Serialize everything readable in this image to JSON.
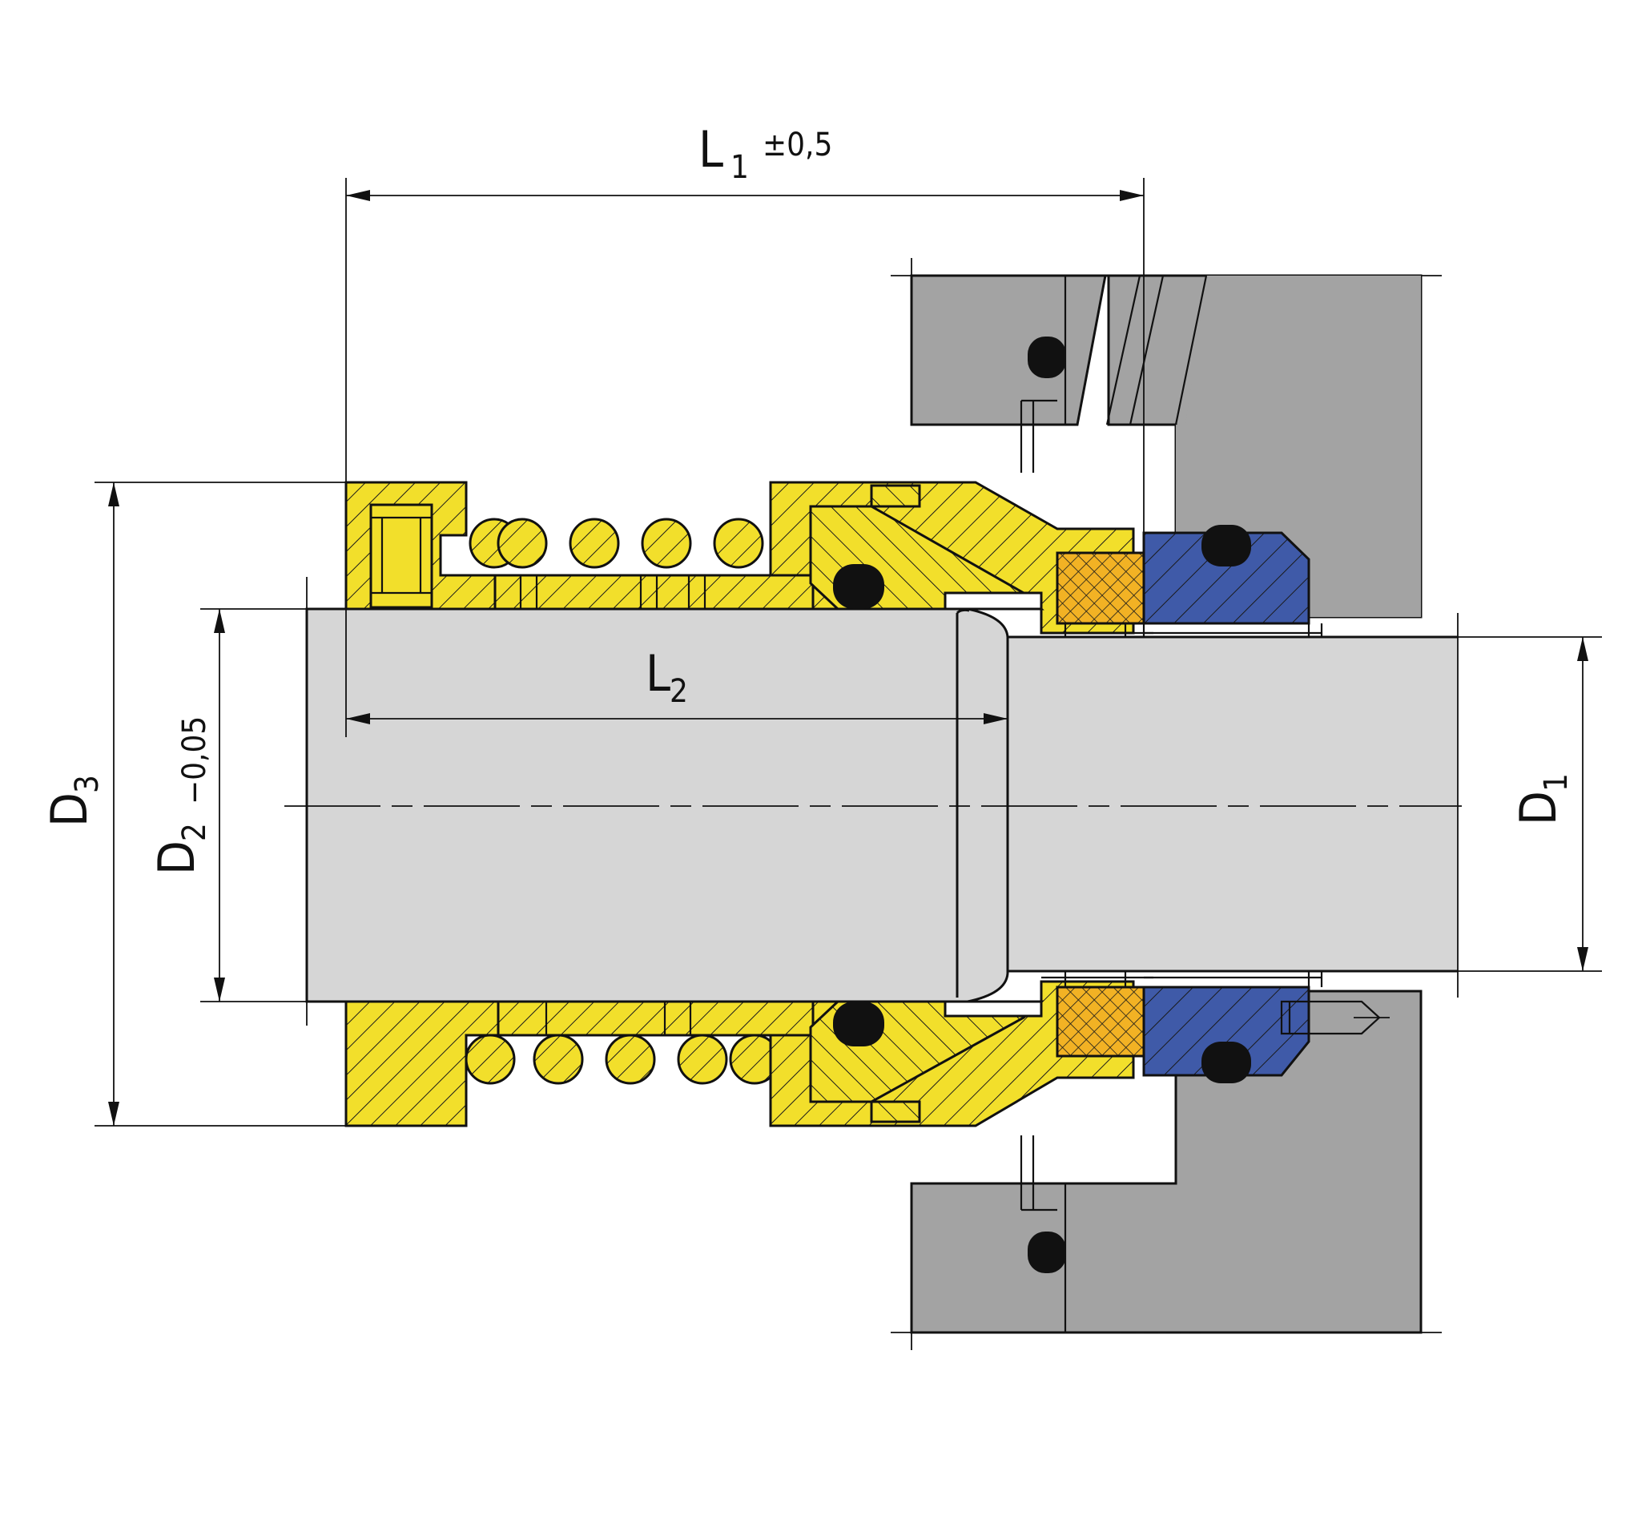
{
  "labels": {
    "l1": {
      "main": "L",
      "sub": "1",
      "tol": "±0,5"
    },
    "l2": {
      "main": "L",
      "sub": "2"
    },
    "d1": {
      "main": "D",
      "sub": "1"
    },
    "d2": {
      "main": "D",
      "sub": "2",
      "tol": "−0,05"
    },
    "d3": {
      "main": "D",
      "sub": "3"
    }
  },
  "colors": {
    "brass": "#f2df2b",
    "seat_blue": "#3f5aa8",
    "face_orange": "#f2b224",
    "shaft": "#d6d6d6",
    "housing": "#a3a3a3",
    "oring": "#111111",
    "line": "#111111"
  }
}
